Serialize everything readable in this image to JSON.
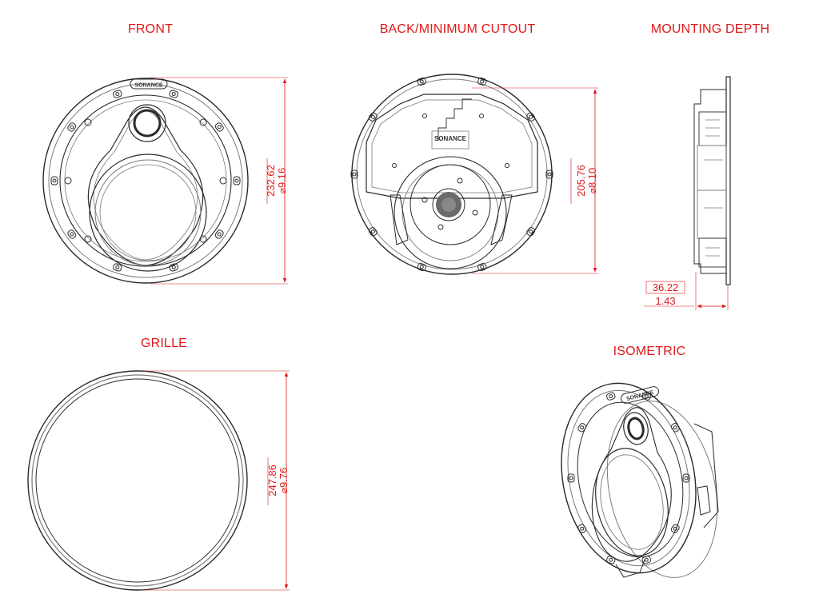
{
  "views": {
    "front": {
      "title": "FRONT",
      "brand": "SONANCE",
      "dim_mm": "232.62",
      "dim_in": "9.16"
    },
    "back": {
      "title": "BACK/MINIMUM CUTOUT",
      "brand": "SONANCE",
      "dim_mm": "205.76",
      "dim_in": "8.10"
    },
    "depth": {
      "title": "MOUNTING DEPTH",
      "dim_mm": "36.22",
      "dim_in": "1.43"
    },
    "grille": {
      "title": "GRILLE",
      "dim_mm": "247.86",
      "dim_in": "9.76"
    },
    "isometric": {
      "title": "ISOMETRIC",
      "brand": "SONANCE"
    }
  },
  "symbols": {
    "diameter": "⌀"
  },
  "colors": {
    "dimension": "#e01919",
    "line": "#2a2a2a"
  }
}
